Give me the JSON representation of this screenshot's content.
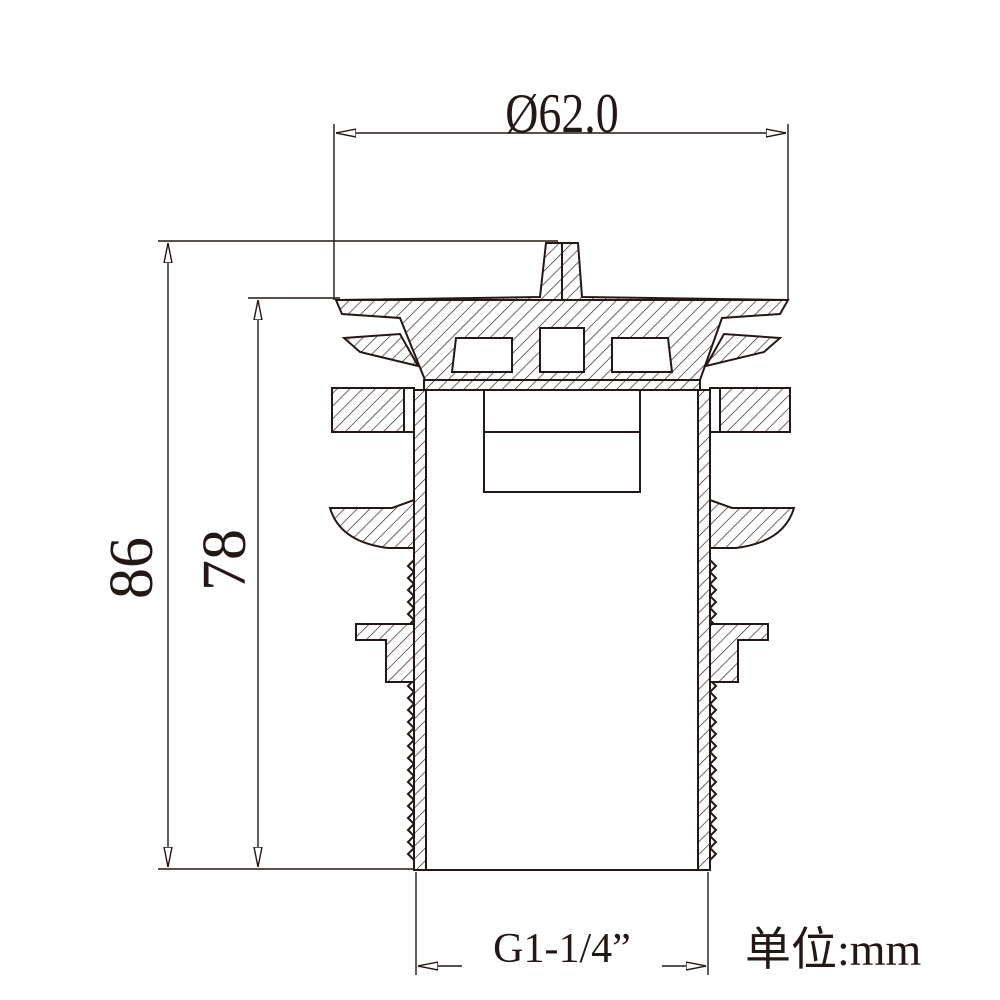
{
  "dimensions": {
    "diameter": "Ø62.0",
    "total_height": "86",
    "body_height": "78",
    "thread": "G1-1/4”"
  },
  "unit_label": "单位:mm",
  "colors": {
    "line": "#231815",
    "background": "#ffffff"
  }
}
